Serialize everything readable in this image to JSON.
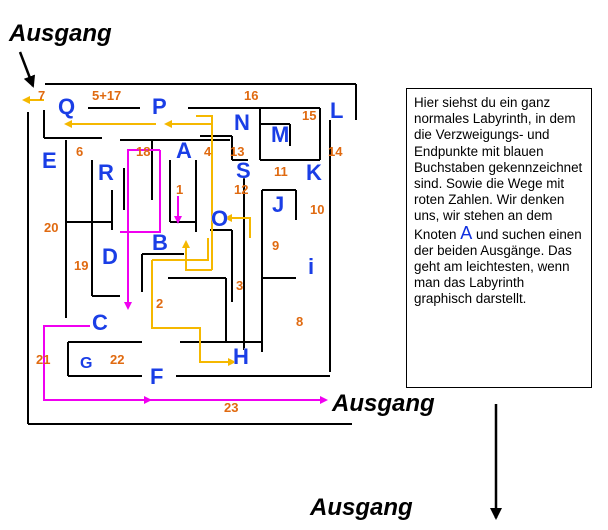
{
  "exits": {
    "top_left": "Ausgang",
    "right": "Ausgang",
    "bottom": "Ausgang"
  },
  "nodes": [
    "Q",
    "P",
    "N",
    "M",
    "L",
    "E",
    "R",
    "A",
    "S",
    "K",
    "J",
    "O",
    "B",
    "D",
    "i",
    "C",
    "H",
    "G",
    "F"
  ],
  "paths": [
    "7",
    "5+17",
    "16",
    "15",
    "6",
    "18",
    "4",
    "13",
    "14",
    "1",
    "12",
    "11",
    "10",
    "20",
    "9",
    "19",
    "3",
    "8",
    "2",
    "21",
    "22",
    "23"
  ],
  "info_box": {
    "text_before": "Hier siehst du ein ganz normales Labyrinth, in dem die Verzweigungs- und Endpunkte mit blauen Buchstaben gekennzeichnet sind. Sowie die Wege mit roten Zahlen. Wir denken uns, wir stehen an dem Knoten",
    "node": "A",
    "text_after": "und suchen einen der beiden Ausgänge. Das geht am leichtesten, wenn man das Labyrinth graphisch darstellt."
  },
  "colors": {
    "walls": "#000000",
    "node_letters": "#1a3ee6",
    "path_numbers": "#e06a10",
    "route_yellow": "#f5b800",
    "route_magenta": "#f000f0"
  }
}
